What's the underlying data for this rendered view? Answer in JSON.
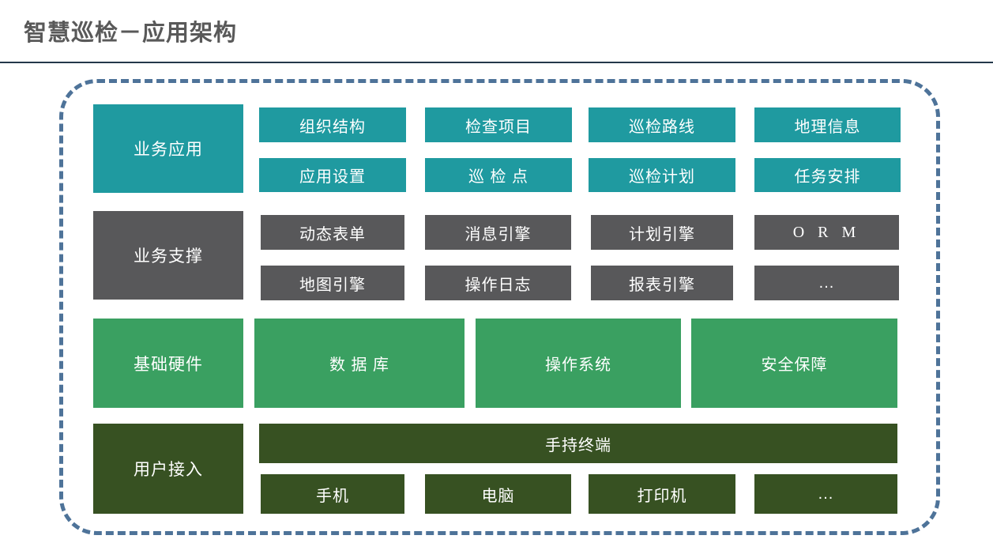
{
  "title": "智慧巡检－应用架构",
  "colors": {
    "layer_business_application": "#1F9AA0",
    "layer_business_support": "#58585A",
    "layer_basic_hardware": "#3AA061",
    "layer_user_access": "#375122",
    "frame_dash": "#4E7399",
    "title_text": "#595959",
    "title_rule": "#24384A",
    "box_text": "#FFFFFF"
  },
  "layers": [
    {
      "label": "业务应用",
      "items": [
        "组织结构",
        "检查项目",
        "巡检路线",
        "地理信息",
        "应用设置",
        "巡 检 点",
        "巡检计划",
        "任务安排"
      ]
    },
    {
      "label": "业务支撑",
      "items": [
        "动态表单",
        "消息引擎",
        "计划引擎",
        "O R M",
        "地图引擎",
        "操作日志",
        "报表引擎",
        "..."
      ]
    },
    {
      "label": "基础硬件",
      "items": [
        "数 据 库",
        "操作系统",
        "安全保障"
      ]
    },
    {
      "label": "用户接入",
      "items": [
        "手持终端",
        "手机",
        "电脑",
        "打印机",
        "..."
      ]
    }
  ]
}
